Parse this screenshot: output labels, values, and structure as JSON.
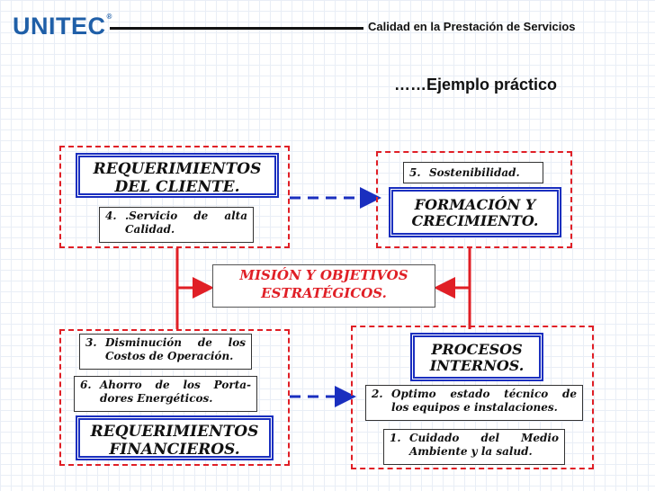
{
  "header": {
    "logo": "UNITEC",
    "logo_mark": "®",
    "title": "Calidad en la Prestación de Servicios"
  },
  "subtitle": "……Ejemplo práctico",
  "quadrants": {
    "cliente": {
      "title_line1": "REQUERIMIENTOS",
      "title_line2": "DEL CLIENTE.",
      "item_num": "4.",
      "item_line1": ".Servicio de alta",
      "item_line2": "Calidad."
    },
    "formacion": {
      "title_line1": "FORMACIÓN Y",
      "title_line2": "CRECIMIENTO.",
      "item_num": "5.",
      "item_text": "Sostenibilidad."
    },
    "financieros": {
      "title_line1": "REQUERIMIENTOS",
      "title_line2": "FINANCIEROS.",
      "item3_num": "3.",
      "item3_line1": "Disminución de los",
      "item3_line2": "Costos de Operación.",
      "item6_num": "6.",
      "item6_line1": "Ahorro de los Porta-",
      "item6_line2": "dores Energéticos."
    },
    "procesos": {
      "title_line1": "PROCESOS",
      "title_line2": "INTERNOS.",
      "item2_num": "2.",
      "item2_line1": "Optimo estado técnico de",
      "item2_line2": "los equipos e instalaciones.",
      "item1_num": "1.",
      "item1_line1": "Cuidado del Medio",
      "item1_line2": "Ambiente y la salud."
    }
  },
  "center": {
    "line1": "MISIÓN Y OBJETIVOS",
    "line2": "ESTRATÉGICOS."
  },
  "colors": {
    "red": "#e01f26",
    "blue": "#1a2fbf",
    "logo_blue": "#1f5fa8"
  }
}
